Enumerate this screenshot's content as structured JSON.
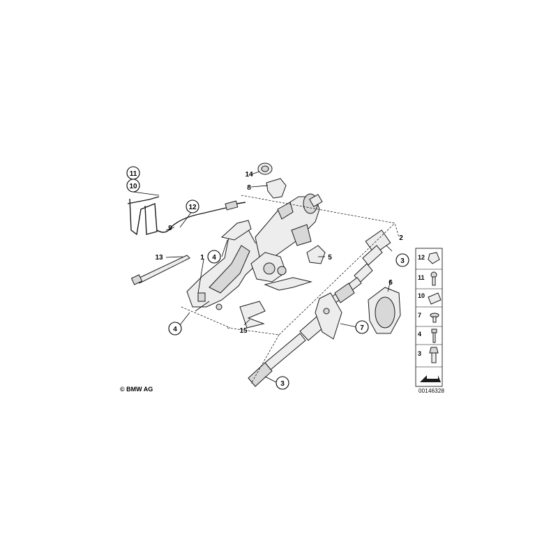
{
  "copyright": "© BMW AG",
  "doc_number": "00146328",
  "callouts": {
    "c1": "1",
    "c2": "2",
    "c3a": "3",
    "c3b": "3",
    "c4a": "4",
    "c4b": "4",
    "c5": "5",
    "c6": "6",
    "c7": "7",
    "c8": "8",
    "c9": "9",
    "c10": "10",
    "c11": "11",
    "c12": "12",
    "c13": "13",
    "c14": "14",
    "c15": "15"
  },
  "legend": [
    "12",
    "11",
    "10",
    "7",
    "4",
    "3"
  ]
}
